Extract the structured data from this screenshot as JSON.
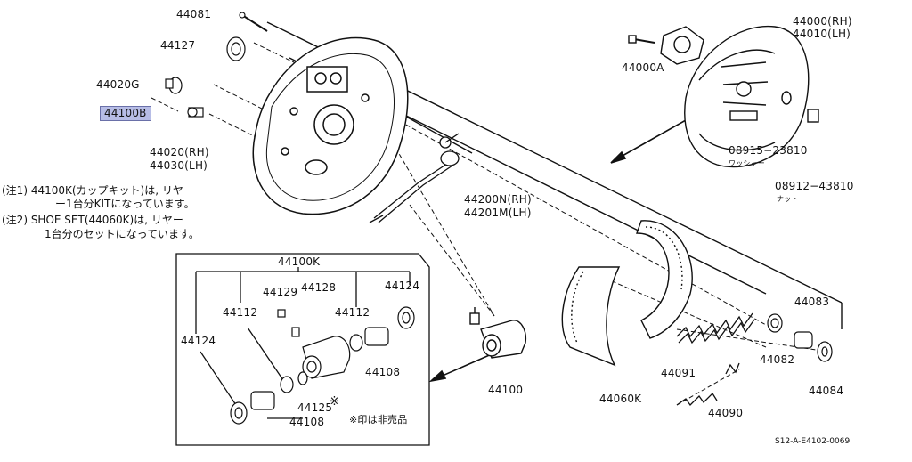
{
  "part_labels": {
    "p44081": "44081",
    "p44127": "44127",
    "p44020g": "44020G",
    "p44100b": "44100B",
    "p44020": "44020(RH)",
    "p44030": "44030(LH)",
    "p44000": "44000(RH)",
    "p44010": "44010(LH)",
    "p44000a": "44000A",
    "p08915": "08915−23810",
    "p08915_sub": "ワッシャー",
    "p08912": "08912−43810",
    "p08912_sub": "ナット",
    "p44200n": "44200N(RH)",
    "p44201m": "44201M(LH)",
    "p44083": "44083",
    "p44082": "44082",
    "p44084": "44084",
    "p44091": "44091",
    "p44090": "44090",
    "p44060k": "44060K",
    "p44100": "44100"
  },
  "inset": {
    "title": "44100K",
    "p44129": "44129",
    "p44128": "44128",
    "p44124_right": "44124",
    "p44112_left": "44112",
    "p44112_right": "44112",
    "p44124_left": "44124",
    "p44108_right": "44108",
    "p44125": "44125",
    "p44108_bottom": "44108",
    "mark": "※",
    "note": "※印は非売品"
  },
  "notes": {
    "n1_line1": "(注1) 44100K(カップキット)は, リヤ",
    "n1_line2": "ー1台分KITになっています。",
    "n2_line1": "(注2) SHOE SET(44060K)は, リヤー",
    "n2_line2": "1台分のセットになっています。"
  },
  "diagram_code": "S12-A-E4102-0069",
  "colors": {
    "highlight": "#b7bde6",
    "line": "#111111"
  }
}
